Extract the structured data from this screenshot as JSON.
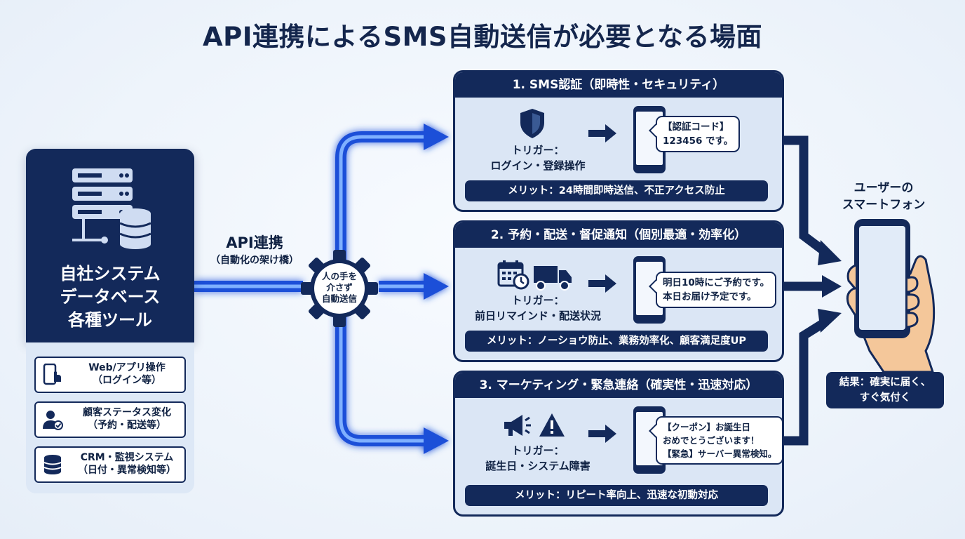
{
  "title": "API連携によるSMS自動送信が必要となる場面",
  "source": {
    "title_lines": [
      "自社システム",
      "データベース",
      "各種ツール"
    ],
    "items": [
      {
        "line1": "Web/アプリ操作",
        "line2": "（ログイン等）",
        "icon": "smartphone-tap-icon"
      },
      {
        "line1": "顧客ステータス変化",
        "line2": "（予約・配送等）",
        "icon": "user-check-icon"
      },
      {
        "line1": "CRM・監視システム",
        "line2": "（日付・異常検知等）",
        "icon": "database-icon"
      }
    ]
  },
  "api": {
    "label": "API連携",
    "sublabel": "（自動化の架け橋）",
    "gear_lines": [
      "人の手を",
      "介さず",
      "自動送信"
    ]
  },
  "scenarios": [
    {
      "title": "1. SMS認証（即時性・セキュリティ）",
      "trigger_lines": [
        "トリガー：",
        "ログイン・登録操作"
      ],
      "message_lines": [
        "【認証コード】",
        "123456 です。"
      ],
      "merit": "メリット：24時間即時送信、不正アクセス防止",
      "icons": [
        "shield-icon"
      ]
    },
    {
      "title": "2. 予約・配送・督促通知（個別最適・効率化）",
      "trigger_lines": [
        "トリガー：",
        "前日リマインド・配送状況"
      ],
      "message_lines": [
        "明日10時にご予約です。",
        "本日お届け予定です。"
      ],
      "merit": "メリット：ノーショウ防止、業務効率化、顧客満足度UP",
      "icons": [
        "calendar-clock-icon",
        "truck-icon"
      ]
    },
    {
      "title": "3. マーケティング・緊急連絡（確実性・迅速対応）",
      "trigger_lines": [
        "トリガー：",
        "誕生日・システム障害"
      ],
      "message_lines": [
        "【クーポン】お誕生日",
        "おめでとうございます！",
        "【緊急】サーバー異常検知。"
      ],
      "merit": "メリット：リピート率向上、迅速な初動対応",
      "icons": [
        "megaphone-icon",
        "warning-icon"
      ]
    }
  ],
  "user": {
    "label_lines": [
      "ユーザーの",
      "スマートフォン"
    ],
    "result_lines": [
      "結果：確実に届く、",
      "すぐ気付く"
    ]
  },
  "colors": {
    "navy": "#13295a",
    "panel": "#dbe6f5",
    "glow": "#3a7bff",
    "skin": "#f4c79a"
  }
}
